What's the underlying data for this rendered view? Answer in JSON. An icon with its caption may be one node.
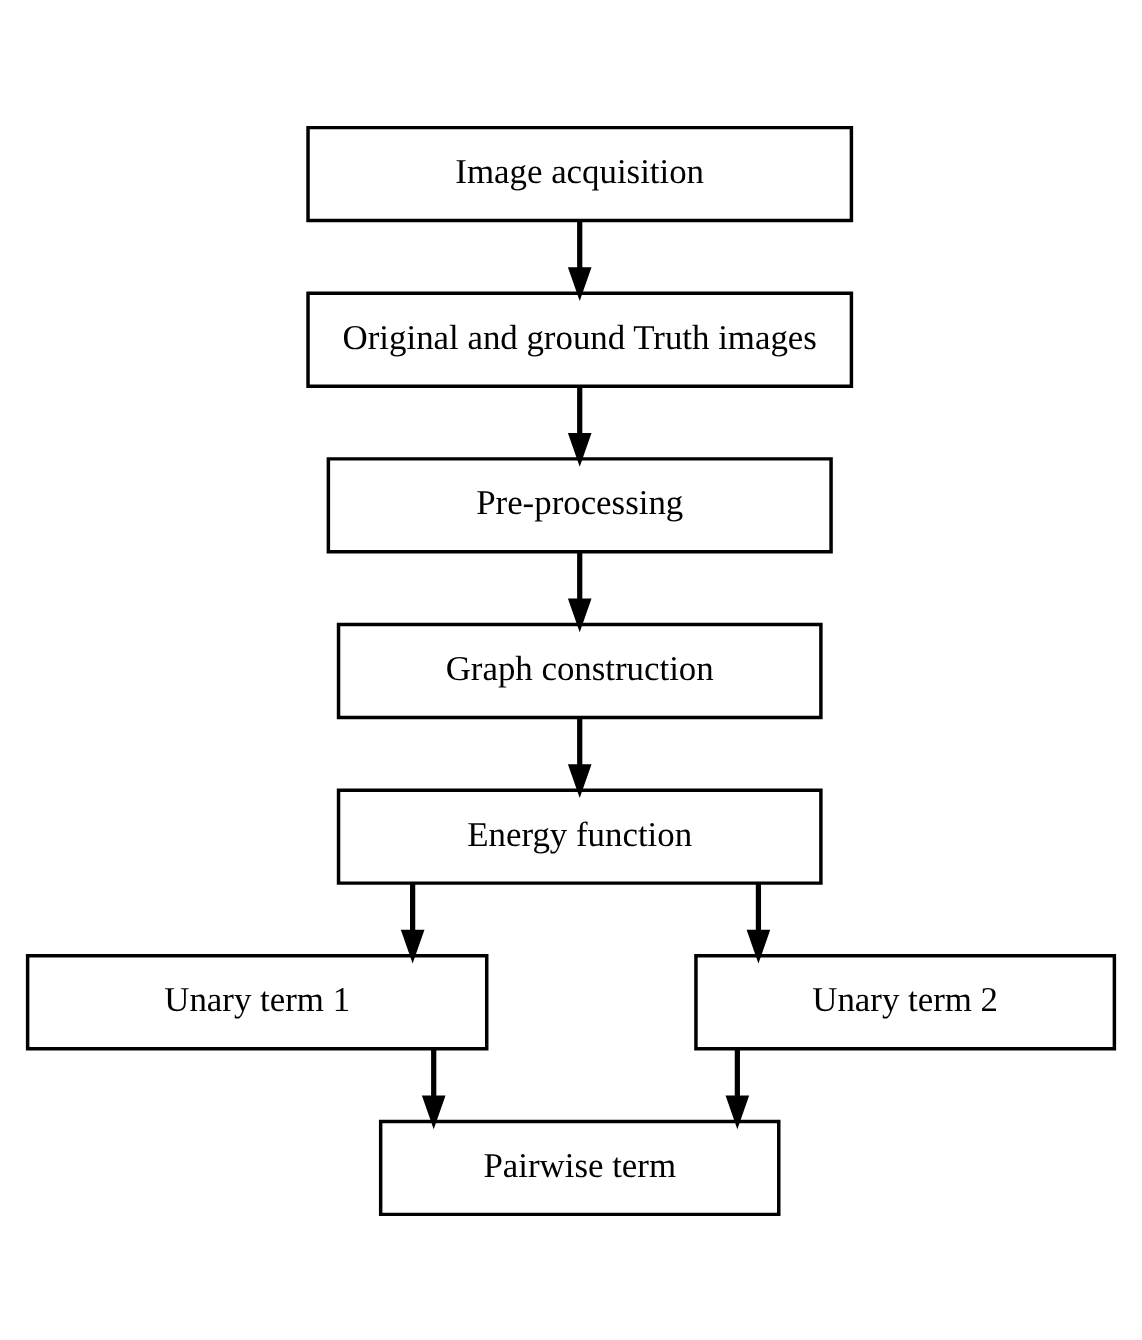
{
  "diagram": {
    "nodes": [
      {
        "text": [
          "Image acquisition"
        ]
      },
      {
        "text": [
          "Original and ground Truth images"
        ]
      },
      {
        "text": [
          "Pre-processing"
        ]
      },
      {
        "text": [
          "Graph construction"
        ]
      },
      {
        "text": [
          "Energy function"
        ]
      },
      {
        "text": [
          "Unary term 1"
        ]
      },
      {
        "text": [
          "Unary term 2"
        ]
      },
      {
        "text": [
          "Pairwise term"
        ]
      }
    ],
    "edges": [
      {
        "from": 0,
        "to": 1,
        "arrow": "to"
      },
      {
        "from": 1,
        "to": 2,
        "arrow": "to"
      },
      {
        "from": 2,
        "to": 3,
        "arrow": "to"
      },
      {
        "from": 3,
        "to": 4,
        "arrow": "to"
      },
      {
        "from": 4,
        "to": 5,
        "arrow": "to"
      },
      {
        "from": 4,
        "to": 6,
        "arrow": "to"
      },
      {
        "from": 5,
        "to": 7,
        "arrow": "to"
      },
      {
        "from": 6,
        "to": 7,
        "arrow": "to"
      }
    ]
  }
}
